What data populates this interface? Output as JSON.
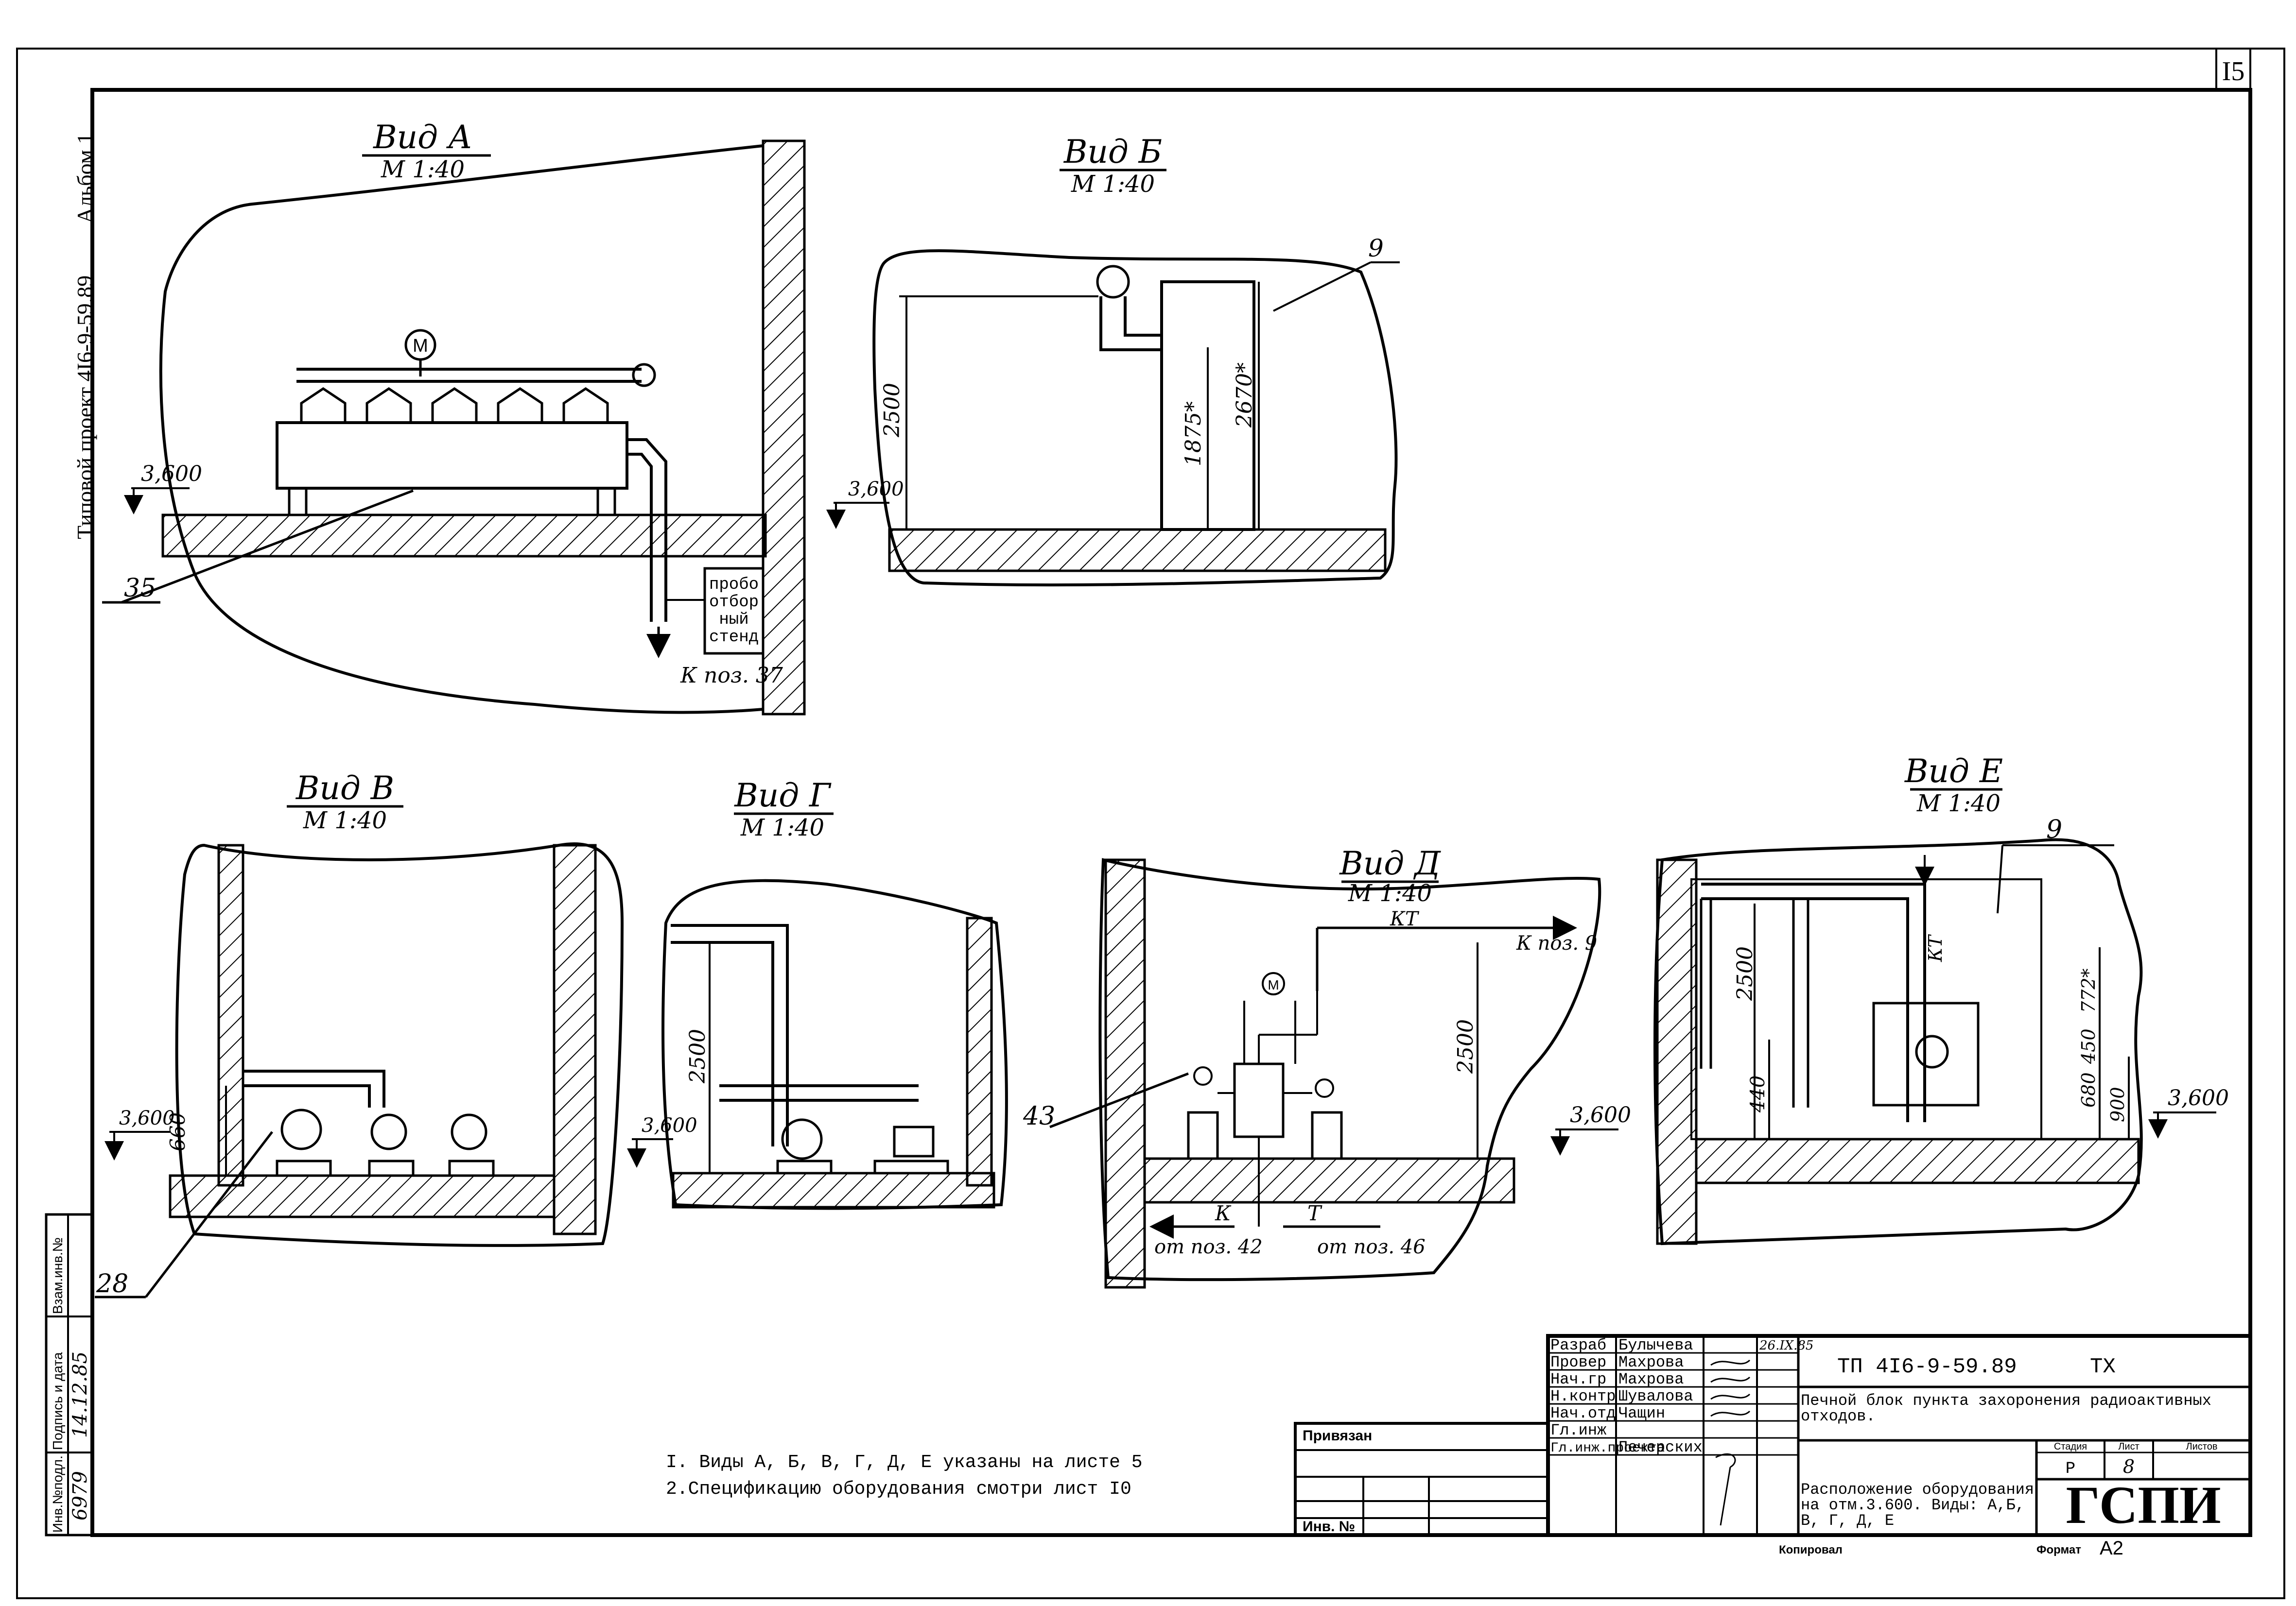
{
  "sheet": {
    "number": "I5",
    "album": "Альбом 1",
    "project_side": "Типовой проект 4I6-9-59.89",
    "format_label": "Формат",
    "format_value": "A2",
    "copy_label": "Копировал"
  },
  "views": {
    "a": {
      "title": "Вид А",
      "scale": "М 1:40",
      "level": "3,600",
      "callout": "35",
      "stand_lines": [
        "пробо",
        "отбор",
        "ный",
        "стенд"
      ],
      "to_pos": "К поз. 37"
    },
    "b": {
      "title": "Вид Б",
      "scale": "М 1:40",
      "level": "3,600",
      "callout": "9",
      "dim_2500": "2500",
      "dim_1875": "1875*",
      "dim_2670": "2670*"
    },
    "v": {
      "title": "Вид В",
      "scale": "М 1:40",
      "level": "3,600",
      "dim_660": "660",
      "callout": "28"
    },
    "g": {
      "title": "Вид Г",
      "scale": "М 1:40",
      "level": "3,600",
      "dim_2500": "2500"
    },
    "d": {
      "title": "Вид Д",
      "scale": "М 1:40",
      "level": "3,600",
      "dim_2500": "2500",
      "kt": "КТ",
      "to_pos": "К поз. 9",
      "k": "К",
      "t": "Т",
      "from_42": "от поз. 42",
      "from_46": "от поз. 46",
      "callout": "43",
      "gauge": "M"
    },
    "e": {
      "title": "Вид Е",
      "scale": "М 1:40",
      "level": "3,600",
      "callout": "9",
      "dim_2500": "2500",
      "dim_440": "440",
      "dim_772": "772*",
      "dim_450": "450",
      "dim_680": "680",
      "dim_900": "900",
      "kt": "КТ"
    }
  },
  "motor_label": "М",
  "notes": [
    "I. Виды А, Б, В, Г, Д, Е указаны на листе 5",
    "2.Спецификацию оборудования смотри лист I0"
  ],
  "left_stamp": {
    "inv_label": "Инв.№подл.",
    "inv_value": "6979",
    "sign_label": "Подпись и дата",
    "sign_value": "14.12.85",
    "vzam_label": "Взам.инв.№"
  },
  "bound": {
    "label": "Привязан",
    "inv": "Инв. №"
  },
  "title_block": {
    "roles": [
      "Разраб",
      "Провер",
      "Нач.гр",
      "Н.контр",
      "Нач.отд",
      "Гл.инж",
      "Гл.инж.проекта"
    ],
    "names": [
      "Булычева",
      "Махрова",
      "Махрова",
      "Шувалова",
      "Чащин",
      "",
      "Печерских"
    ],
    "signature_date": "26.IX.85",
    "doc_code": "ТП  4I6-9-59.89",
    "doc_type": "ТХ",
    "project_name_1": "Печной блок пункта захоронения радиоактивных",
    "project_name_2": "отходов.",
    "sheet_title_1": "Расположение оборудования",
    "sheet_title_2": "на отм.3.600. Виды: А,Б,",
    "sheet_title_3": "В, Г, Д, Е",
    "stage_label": "Стадия",
    "list_label": "Лист",
    "lists_label": "Листов",
    "stage": "Р",
    "list": "8",
    "lists": "",
    "org": "ГСПИ"
  }
}
